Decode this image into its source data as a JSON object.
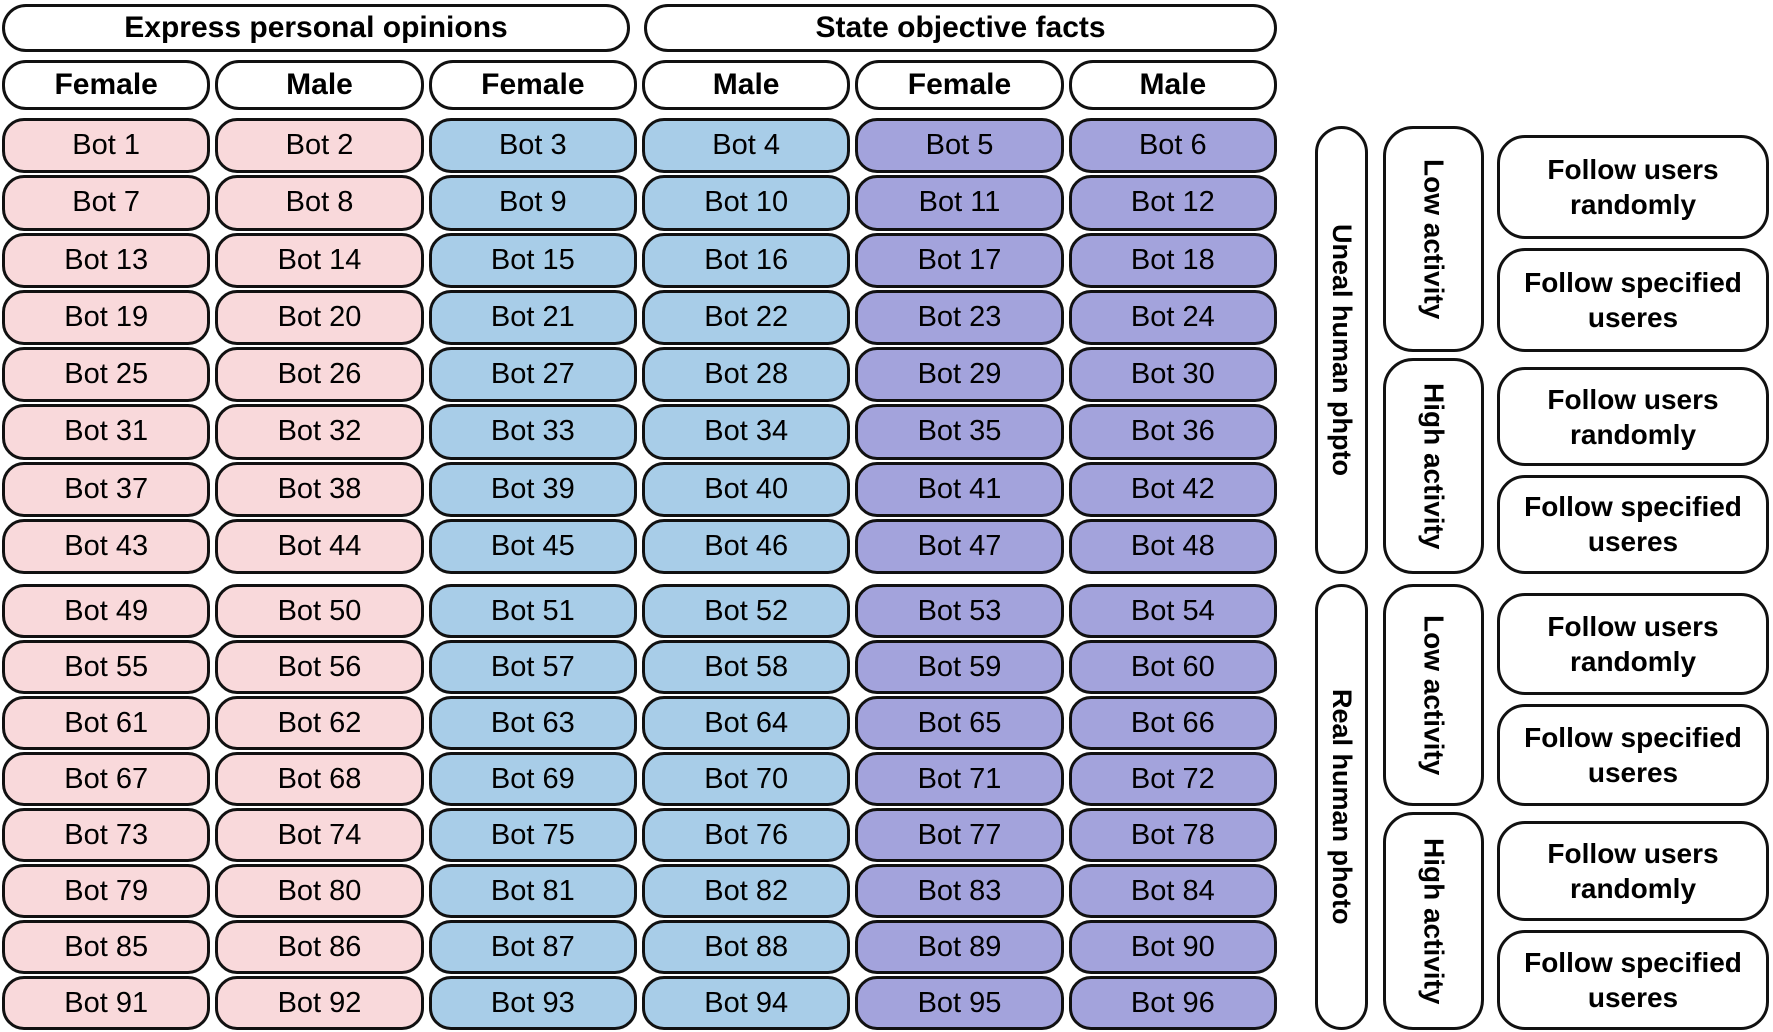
{
  "diagram": {
    "top_headers": [
      {
        "label": "Express personal opinions"
      },
      {
        "label": "State objective facts"
      }
    ],
    "gender_headers": [
      "Female",
      "Male",
      "Female",
      "Male",
      "Female",
      "Male"
    ],
    "bots": [
      "Bot 1",
      "Bot 2",
      "Bot 3",
      "Bot 4",
      "Bot 5",
      "Bot 6",
      "Bot 7",
      "Bot 8",
      "Bot 9",
      "Bot 10",
      "Bot 11",
      "Bot 12",
      "Bot 13",
      "Bot 14",
      "Bot 15",
      "Bot 16",
      "Bot 17",
      "Bot 18",
      "Bot 19",
      "Bot 20",
      "Bot 21",
      "Bot 22",
      "Bot 23",
      "Bot 24",
      "Bot 25",
      "Bot 26",
      "Bot 27",
      "Bot 28",
      "Bot 29",
      "Bot 30",
      "Bot 31",
      "Bot 32",
      "Bot 33",
      "Bot 34",
      "Bot 35",
      "Bot 36",
      "Bot 37",
      "Bot 38",
      "Bot 39",
      "Bot 40",
      "Bot 41",
      "Bot 42",
      "Bot 43",
      "Bot 44",
      "Bot 45",
      "Bot 46",
      "Bot 47",
      "Bot 48",
      "Bot 49",
      "Bot 50",
      "Bot 51",
      "Bot 52",
      "Bot 53",
      "Bot 54",
      "Bot 55",
      "Bot 56",
      "Bot 57",
      "Bot 58",
      "Bot 59",
      "Bot 60",
      "Bot 61",
      "Bot 62",
      "Bot 63",
      "Bot 64",
      "Bot 65",
      "Bot 66",
      "Bot 67",
      "Bot 68",
      "Bot 69",
      "Bot 70",
      "Bot 71",
      "Bot 72",
      "Bot 73",
      "Bot 74",
      "Bot 75",
      "Bot 76",
      "Bot 77",
      "Bot 78",
      "Bot 79",
      "Bot 80",
      "Bot 81",
      "Bot 82",
      "Bot 83",
      "Bot 84",
      "Bot 85",
      "Bot 86",
      "Bot 87",
      "Bot 88",
      "Bot 89",
      "Bot 90",
      "Bot 91",
      "Bot 92",
      "Bot 93",
      "Bot 94",
      "Bot 95",
      "Bot 96"
    ],
    "colors": {
      "pink": "#f9d9db",
      "blue": "#a8cde8",
      "purple": "#a3a3dc",
      "outline": "#111111"
    },
    "photo_groups": [
      {
        "label": "Uneal human phpto",
        "activities": [
          {
            "label": "Low activity",
            "strategies": [
              "Follow users randomly",
              "Follow specified useres"
            ]
          },
          {
            "label": "High activity",
            "strategies": [
              "Follow users randomly",
              "Follow specified useres"
            ]
          }
        ]
      },
      {
        "label": "Real human photo",
        "activities": [
          {
            "label": "Low activity",
            "strategies": [
              "Follow users randomly",
              "Follow specified useres"
            ]
          },
          {
            "label": "High activity",
            "strategies": [
              "Follow users randomly",
              "Follow specified useres"
            ]
          }
        ]
      }
    ]
  }
}
